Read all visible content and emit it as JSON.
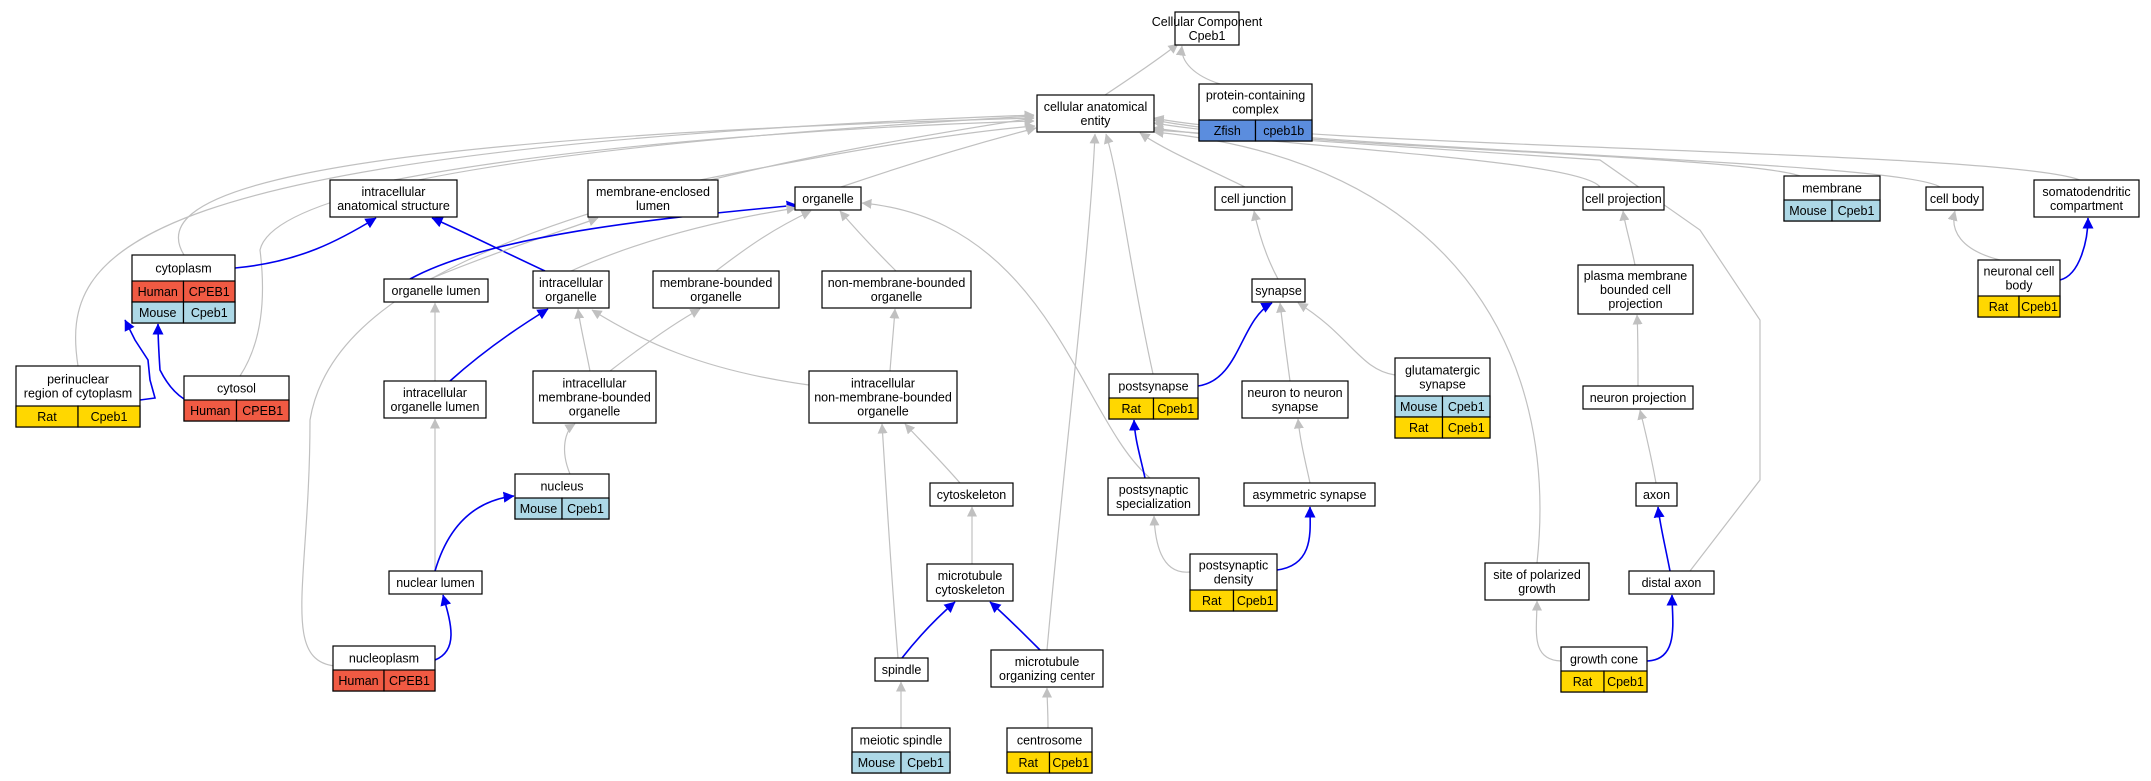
{
  "colors": {
    "human": "#f05a43",
    "mouse": "#add8e6",
    "rat": "#ffd700",
    "zfish": "#5b8dde",
    "edge_is_a": "#c0c0c0",
    "edge_part_of": "#0000ee"
  },
  "nodes": [
    {
      "id": "root",
      "lines": [
        "Cellular Component",
        "Cpeb1"
      ],
      "annotations": []
    },
    {
      "id": "cae",
      "lines": [
        "cellular anatomical",
        "entity"
      ],
      "annotations": []
    },
    {
      "id": "pcc",
      "lines": [
        "protein-containing",
        "complex"
      ],
      "annotations": [
        {
          "species": "Zfish",
          "gene": "cpeb1b"
        }
      ]
    },
    {
      "id": "ias",
      "lines": [
        "intracellular",
        "anatomical structure"
      ],
      "annotations": []
    },
    {
      "id": "mel",
      "lines": [
        "membrane-enclosed",
        "lumen"
      ],
      "annotations": []
    },
    {
      "id": "org",
      "lines": [
        "organelle"
      ],
      "annotations": []
    },
    {
      "id": "cj",
      "lines": [
        "cell junction"
      ],
      "annotations": []
    },
    {
      "id": "cp",
      "lines": [
        "cell projection"
      ],
      "annotations": []
    },
    {
      "id": "mem",
      "lines": [
        "membrane"
      ],
      "annotations": [
        {
          "species": "Mouse",
          "gene": "Cpeb1"
        }
      ]
    },
    {
      "id": "cb",
      "lines": [
        "cell body"
      ],
      "annotations": []
    },
    {
      "id": "sdc",
      "lines": [
        "somatodendritic",
        "compartment"
      ],
      "annotations": []
    },
    {
      "id": "cyto",
      "lines": [
        "cytoplasm"
      ],
      "annotations": [
        {
          "species": "Human",
          "gene": "CPEB1"
        },
        {
          "species": "Mouse",
          "gene": "Cpeb1"
        }
      ]
    },
    {
      "id": "orgl",
      "lines": [
        "organelle lumen"
      ],
      "annotations": []
    },
    {
      "id": "io",
      "lines": [
        "intracellular",
        "organelle"
      ],
      "annotations": []
    },
    {
      "id": "mbo",
      "lines": [
        "membrane-bounded",
        "organelle"
      ],
      "annotations": []
    },
    {
      "id": "nmbo",
      "lines": [
        "non-membrane-bounded",
        "organelle"
      ],
      "annotations": []
    },
    {
      "id": "syn",
      "lines": [
        "synapse"
      ],
      "annotations": []
    },
    {
      "id": "pmbcp",
      "lines": [
        "plasma membrane",
        "bounded cell",
        "projection"
      ],
      "annotations": []
    },
    {
      "id": "ncb",
      "lines": [
        "neuronal cell",
        "body"
      ],
      "annotations": [
        {
          "species": "Rat",
          "gene": "Cpeb1"
        }
      ]
    },
    {
      "id": "prc",
      "lines": [
        "perinuclear",
        "region of cytoplasm"
      ],
      "annotations": [
        {
          "species": "Rat",
          "gene": "Cpeb1"
        }
      ]
    },
    {
      "id": "cytosol",
      "lines": [
        "cytosol"
      ],
      "annotations": [
        {
          "species": "Human",
          "gene": "CPEB1"
        }
      ]
    },
    {
      "id": "iol",
      "lines": [
        "intracellular",
        "organelle lumen"
      ],
      "annotations": []
    },
    {
      "id": "imbo",
      "lines": [
        "intracellular",
        "membrane-bounded",
        "organelle"
      ],
      "annotations": []
    },
    {
      "id": "inmbo",
      "lines": [
        "intracellular",
        "non-membrane-bounded",
        "organelle"
      ],
      "annotations": []
    },
    {
      "id": "ps",
      "lines": [
        "postsynapse"
      ],
      "annotations": [
        {
          "species": "Rat",
          "gene": "Cpeb1"
        }
      ]
    },
    {
      "id": "nns",
      "lines": [
        "neuron to neuron",
        "synapse"
      ],
      "annotations": []
    },
    {
      "id": "gs",
      "lines": [
        "glutamatergic",
        "synapse"
      ],
      "annotations": [
        {
          "species": "Mouse",
          "gene": "Cpeb1"
        },
        {
          "species": "Rat",
          "gene": "Cpeb1"
        }
      ]
    },
    {
      "id": "np",
      "lines": [
        "neuron projection"
      ],
      "annotations": []
    },
    {
      "id": "nuc",
      "lines": [
        "nucleus"
      ],
      "annotations": [
        {
          "species": "Mouse",
          "gene": "Cpeb1"
        }
      ]
    },
    {
      "id": "csk",
      "lines": [
        "cytoskeleton"
      ],
      "annotations": []
    },
    {
      "id": "pss",
      "lines": [
        "postsynaptic",
        "specialization"
      ],
      "annotations": []
    },
    {
      "id": "as",
      "lines": [
        "asymmetric synapse"
      ],
      "annotations": []
    },
    {
      "id": "axon",
      "lines": [
        "axon"
      ],
      "annotations": []
    },
    {
      "id": "nl",
      "lines": [
        "nuclear lumen"
      ],
      "annotations": []
    },
    {
      "id": "mtc",
      "lines": [
        "microtubule",
        "cytoskeleton"
      ],
      "annotations": []
    },
    {
      "id": "psd",
      "lines": [
        "postsynaptic",
        "density"
      ],
      "annotations": [
        {
          "species": "Rat",
          "gene": "Cpeb1"
        }
      ]
    },
    {
      "id": "spg",
      "lines": [
        "site of polarized",
        "growth"
      ],
      "annotations": []
    },
    {
      "id": "da",
      "lines": [
        "distal axon"
      ],
      "annotations": []
    },
    {
      "id": "npl",
      "lines": [
        "nucleoplasm"
      ],
      "annotations": [
        {
          "species": "Human",
          "gene": "CPEB1"
        }
      ]
    },
    {
      "id": "spindle",
      "lines": [
        "spindle"
      ],
      "annotations": []
    },
    {
      "id": "mtoc",
      "lines": [
        "microtubule",
        "organizing center"
      ],
      "annotations": []
    },
    {
      "id": "gc",
      "lines": [
        "growth cone"
      ],
      "annotations": [
        {
          "species": "Rat",
          "gene": "Cpeb1"
        }
      ]
    },
    {
      "id": "ms",
      "lines": [
        "meiotic spindle"
      ],
      "annotations": [
        {
          "species": "Mouse",
          "gene": "Cpeb1"
        }
      ]
    },
    {
      "id": "cs",
      "lines": [
        "centrosome"
      ],
      "annotations": [
        {
          "species": "Rat",
          "gene": "Cpeb1"
        }
      ]
    }
  ],
  "edges": [
    {
      "from": "cae",
      "to": "root",
      "type": "is_a"
    },
    {
      "from": "pcc",
      "to": "root",
      "type": "is_a"
    },
    {
      "from": "ias",
      "to": "cae",
      "type": "is_a"
    },
    {
      "from": "mel",
      "to": "cae",
      "type": "is_a"
    },
    {
      "from": "org",
      "to": "cae",
      "type": "is_a"
    },
    {
      "from": "cj",
      "to": "cae",
      "type": "is_a"
    },
    {
      "from": "cp",
      "to": "cae",
      "type": "is_a"
    },
    {
      "from": "mem",
      "to": "cae",
      "type": "is_a"
    },
    {
      "from": "cb",
      "to": "cae",
      "type": "is_a"
    },
    {
      "from": "sdc",
      "to": "cae",
      "type": "is_a"
    },
    {
      "from": "cyto",
      "to": "cae",
      "type": "is_a"
    },
    {
      "from": "prc",
      "to": "cae",
      "type": "is_a"
    },
    {
      "from": "cytosol",
      "to": "cae",
      "type": "is_a"
    },
    {
      "from": "npl",
      "to": "cae",
      "type": "is_a"
    },
    {
      "from": "ps",
      "to": "cae",
      "type": "is_a"
    },
    {
      "from": "mtoc",
      "to": "cae",
      "type": "is_a"
    },
    {
      "from": "spg",
      "to": "cae",
      "type": "is_a"
    },
    {
      "from": "da",
      "to": "cae",
      "type": "is_a"
    },
    {
      "from": "cyto",
      "to": "ias",
      "type": "part_of"
    },
    {
      "from": "io",
      "to": "ias",
      "type": "part_of"
    },
    {
      "from": "orgl",
      "to": "mel",
      "type": "is_a"
    },
    {
      "from": "orgl",
      "to": "org",
      "type": "part_of"
    },
    {
      "from": "io",
      "to": "org",
      "type": "is_a"
    },
    {
      "from": "mbo",
      "to": "org",
      "type": "is_a"
    },
    {
      "from": "nmbo",
      "to": "org",
      "type": "is_a"
    },
    {
      "from": "pss",
      "to": "org",
      "type": "is_a"
    },
    {
      "from": "syn",
      "to": "cj",
      "type": "is_a"
    },
    {
      "from": "pmbcp",
      "to": "cp",
      "type": "is_a"
    },
    {
      "from": "ncb",
      "to": "cb",
      "type": "is_a"
    },
    {
      "from": "ncb",
      "to": "sdc",
      "type": "part_of"
    },
    {
      "from": "prc",
      "to": "cyto",
      "type": "part_of"
    },
    {
      "from": "cytosol",
      "to": "cyto",
      "type": "part_of"
    },
    {
      "from": "iol",
      "to": "orgl",
      "type": "is_a"
    },
    {
      "from": "iol",
      "to": "io",
      "type": "part_of"
    },
    {
      "from": "imbo",
      "to": "io",
      "type": "is_a"
    },
    {
      "from": "imbo",
      "to": "mbo",
      "type": "is_a"
    },
    {
      "from": "inmbo",
      "to": "io",
      "type": "is_a"
    },
    {
      "from": "inmbo",
      "to": "nmbo",
      "type": "is_a"
    },
    {
      "from": "ps",
      "to": "syn",
      "type": "part_of"
    },
    {
      "from": "nns",
      "to": "syn",
      "type": "is_a"
    },
    {
      "from": "gs",
      "to": "syn",
      "type": "is_a"
    },
    {
      "from": "np",
      "to": "pmbcp",
      "type": "is_a"
    },
    {
      "from": "nuc",
      "to": "imbo",
      "type": "is_a"
    },
    {
      "from": "nl",
      "to": "iol",
      "type": "is_a"
    },
    {
      "from": "nl",
      "to": "nuc",
      "type": "part_of"
    },
    {
      "from": "csk",
      "to": "inmbo",
      "type": "is_a"
    },
    {
      "from": "spindle",
      "to": "inmbo",
      "type": "is_a"
    },
    {
      "from": "pss",
      "to": "ps",
      "type": "part_of"
    },
    {
      "from": "as",
      "to": "nns",
      "type": "is_a"
    },
    {
      "from": "axon",
      "to": "np",
      "type": "is_a"
    },
    {
      "from": "mtc",
      "to": "csk",
      "type": "is_a"
    },
    {
      "from": "psd",
      "to": "pss",
      "type": "is_a"
    },
    {
      "from": "psd",
      "to": "as",
      "type": "part_of"
    },
    {
      "from": "da",
      "to": "axon",
      "type": "part_of"
    },
    {
      "from": "npl",
      "to": "nl",
      "type": "part_of"
    },
    {
      "from": "spindle",
      "to": "mtc",
      "type": "part_of"
    },
    {
      "from": "mtoc",
      "to": "mtc",
      "type": "part_of"
    },
    {
      "from": "gc",
      "to": "spg",
      "type": "is_a"
    },
    {
      "from": "gc",
      "to": "da",
      "type": "part_of"
    },
    {
      "from": "ms",
      "to": "spindle",
      "type": "is_a"
    },
    {
      "from": "cs",
      "to": "mtoc",
      "type": "is_a"
    }
  ]
}
